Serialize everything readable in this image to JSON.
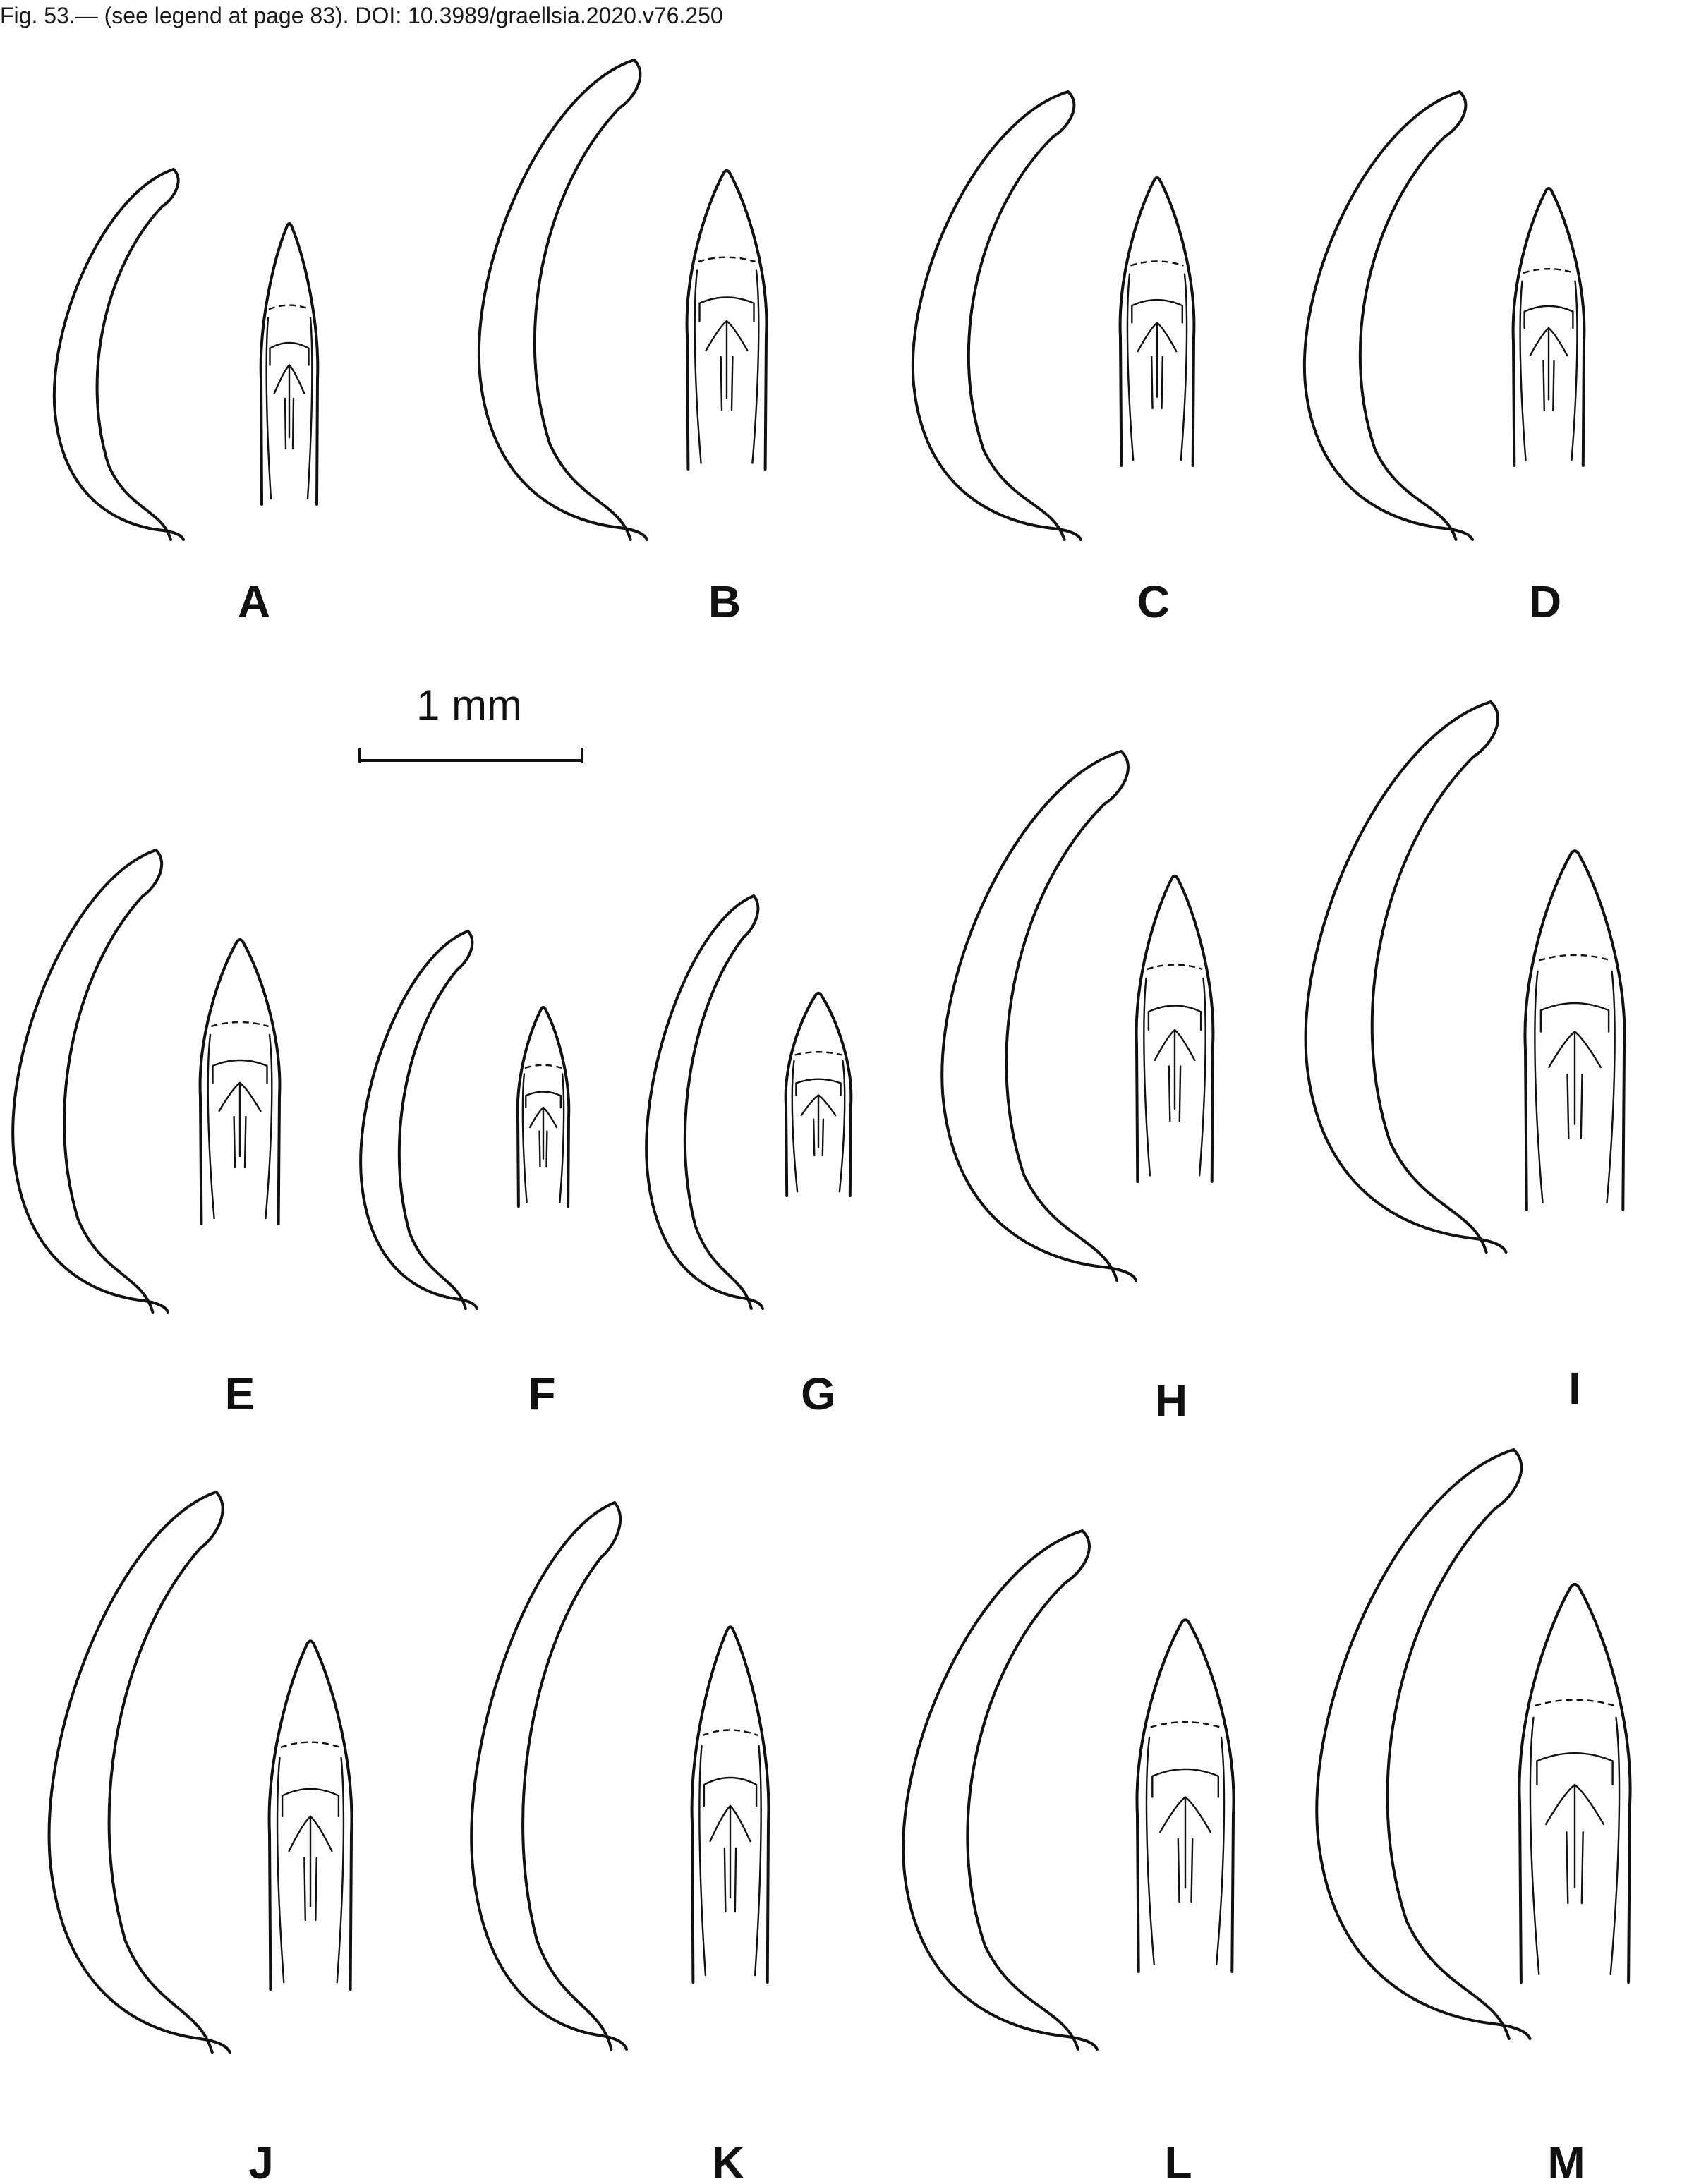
{
  "caption": "Fig. 53.— (see legend at page 83). DOI: 10.3989/graellsia.2020.v76.250",
  "scale_bar": {
    "label": "1 mm"
  },
  "panels": [
    {
      "label": "A"
    },
    {
      "label": "B"
    },
    {
      "label": "C"
    },
    {
      "label": "D"
    },
    {
      "label": "E"
    },
    {
      "label": "F"
    },
    {
      "label": "G"
    },
    {
      "label": "H"
    },
    {
      "label": "I"
    },
    {
      "label": "J"
    },
    {
      "label": "K"
    },
    {
      "label": "L"
    },
    {
      "label": "M"
    }
  ]
}
